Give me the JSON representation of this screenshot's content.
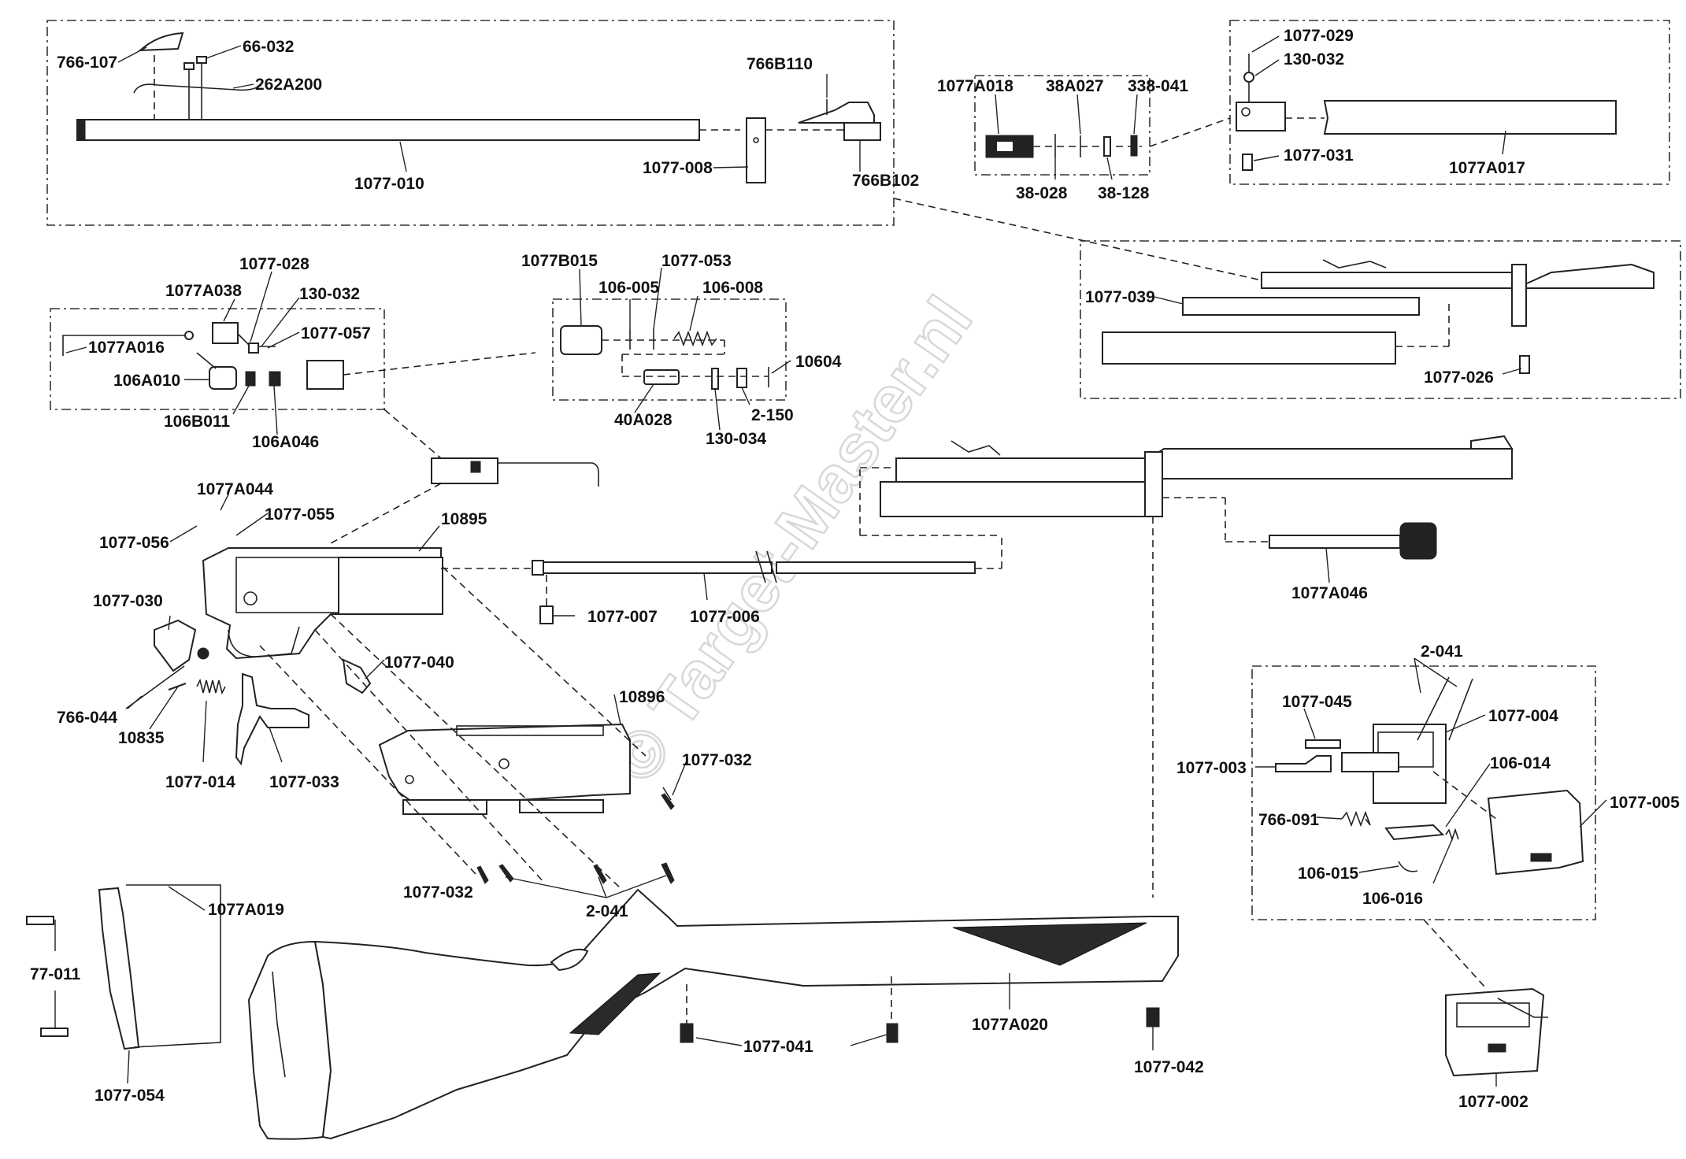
{
  "watermark": "© Target-Master.nl",
  "labels": {
    "l766_107": "766-107",
    "l66_032": "66-032",
    "l262A200": "262A200",
    "l766B110": "766B110",
    "l1077_010": "1077-010",
    "l1077_008": "1077-008",
    "l766B102": "766B102",
    "l1077A018": "1077A018",
    "l38A027": "38A027",
    "l338_041": "338-041",
    "l38_028": "38-028",
    "l38_128": "38-128",
    "l1077_029": "1077-029",
    "l130_032_a": "130-032",
    "l1077_031": "1077-031",
    "l1077A017": "1077A017",
    "l1077_039": "1077-039",
    "l1077_026": "1077-026",
    "l1077_028": "1077-028",
    "l1077A038": "1077A038",
    "l130_032_b": "130-032",
    "l1077_057": "1077-057",
    "l1077A016": "1077A016",
    "l106A010": "106A010",
    "l106B011": "106B011",
    "l106A046": "106A046",
    "l1077B015": "1077B015",
    "l1077_053": "1077-053",
    "l106_005": "106-005",
    "l106_008": "106-008",
    "l10604": "10604",
    "l40A028": "40A028",
    "l130_034": "130-034",
    "l2_150": "2-150",
    "l1077A044": "1077A044",
    "l1077_055": "1077-055",
    "l1077_056": "1077-056",
    "l10895": "10895",
    "l1077_030": "1077-030",
    "l1077_007": "1077-007",
    "l1077_006": "1077-006",
    "l1077A046": "1077A046",
    "l1077_040": "1077-040",
    "l766_044": "766-044",
    "l10835": "10835",
    "l1077_014": "1077-014",
    "l1077_033": "1077-033",
    "l10896": "10896",
    "l1077_032_a": "1077-032",
    "l1077_032_b": "1077-032",
    "l2_041_a": "2-041",
    "l1077A019": "1077A019",
    "l77_011": "77-011",
    "l1077_054": "1077-054",
    "l1077_041": "1077-041",
    "l1077A020": "1077A020",
    "l1077_042": "1077-042",
    "l2_041_b": "2-041",
    "l1077_045": "1077-045",
    "l1077_004": "1077-004",
    "l1077_003": "1077-003",
    "l106_014": "106-014",
    "l1077_005": "1077-005",
    "l766_091": "766-091",
    "l106_015": "106-015",
    "l106_016": "106-016",
    "l1077_002": "1077-002"
  }
}
